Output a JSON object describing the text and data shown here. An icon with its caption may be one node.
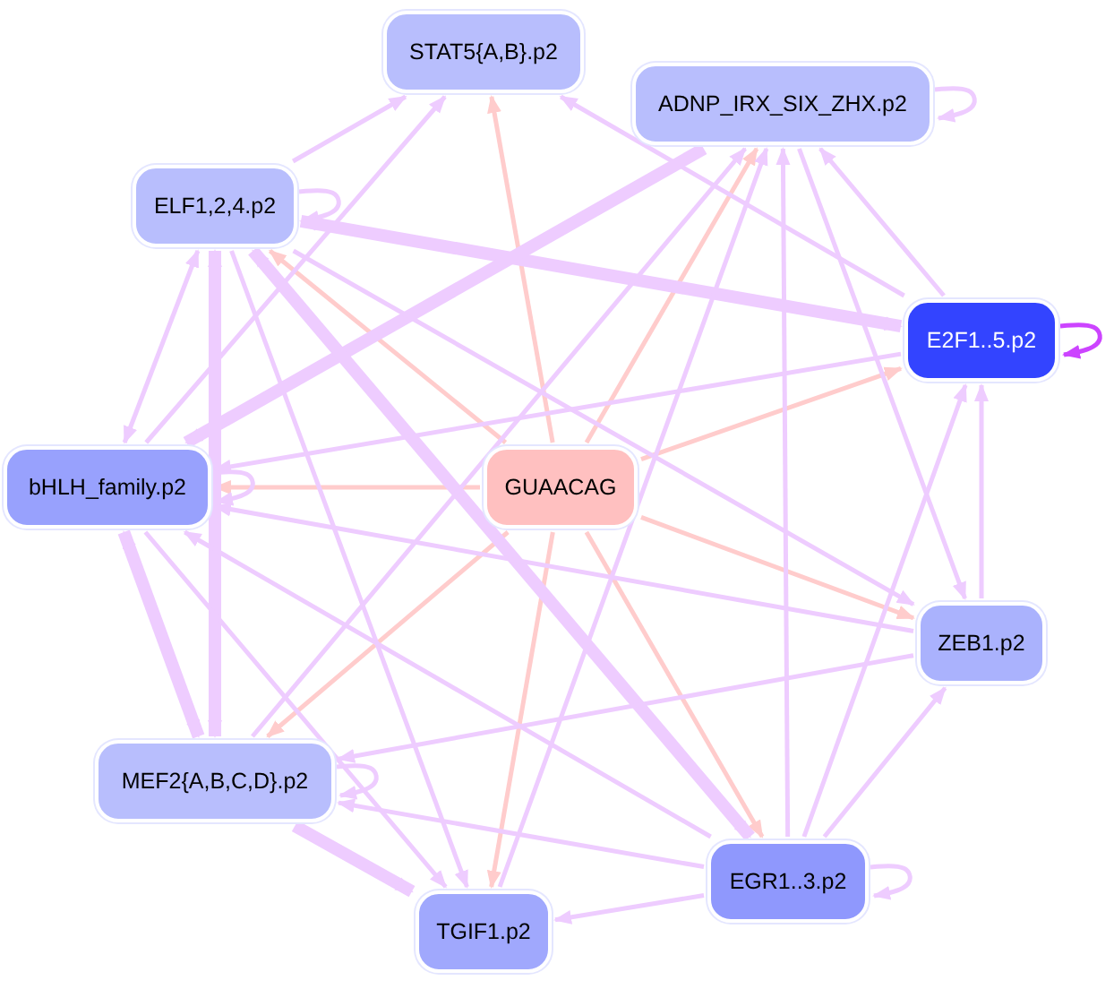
{
  "diagram": {
    "nodes": [
      {
        "text": [
          "STAT5{A,B}.p2"
        ]
      },
      {
        "text": [
          "ADNP_IRX_SIX_ZHX.p2"
        ]
      },
      {
        "text": [
          "ELF1,2,4.p2"
        ]
      },
      {
        "text": [
          "E2F1..5.p2"
        ]
      },
      {
        "text": [
          "bHLH_family.p2"
        ]
      },
      {
        "text": [
          "GUAACAG"
        ]
      },
      {
        "text": [
          "ZEB1.p2"
        ]
      },
      {
        "text": [
          "MEF2{A,B,C,D}.p2"
        ]
      },
      {
        "text": [
          "EGR1..3.p2"
        ]
      },
      {
        "text": [
          "TGIF1.p2"
        ]
      }
    ],
    "edges": [
      {
        "from": 5,
        "to": 0,
        "arrow": "to",
        "color": "#ffcccc"
      },
      {
        "from": 5,
        "to": 1,
        "arrow": "to",
        "color": "#ffcccc"
      },
      {
        "from": 5,
        "to": 2,
        "arrow": "to",
        "color": "#ffcccc"
      },
      {
        "from": 5,
        "to": 3,
        "arrow": "to",
        "color": "#ffcccc"
      },
      {
        "from": 5,
        "to": 4,
        "arrow": "to",
        "color": "#ffcccc"
      },
      {
        "from": 5,
        "to": 6,
        "arrow": "to",
        "color": "#ffcccc"
      },
      {
        "from": 5,
        "to": 7,
        "arrow": "to",
        "color": "#ffcccc"
      },
      {
        "from": 5,
        "to": 8,
        "arrow": "to",
        "color": "#ffcccc"
      },
      {
        "from": 5,
        "to": 9,
        "arrow": "to",
        "color": "#ffcccc"
      },
      {
        "from": 2,
        "to": 2,
        "arrow": "to"
      },
      {
        "from": 1,
        "to": 1,
        "arrow": "to"
      },
      {
        "from": 3,
        "to": 3,
        "arrow": "to",
        "color": "#cc44ff"
      },
      {
        "from": 4,
        "to": 4,
        "arrow": "to"
      },
      {
        "from": 7,
        "to": 7,
        "arrow": "to"
      },
      {
        "from": 8,
        "to": 8,
        "arrow": "to"
      },
      {
        "from": 2,
        "to": 0,
        "arrow": "to"
      },
      {
        "from": 4,
        "to": 0,
        "arrow": "to"
      },
      {
        "from": 3,
        "to": 0,
        "arrow": "to"
      },
      {
        "from": 3,
        "to": 2,
        "arrow": "both",
        "style": "thick"
      },
      {
        "from": 1,
        "to": 4,
        "arrow": "to",
        "style": "thick"
      },
      {
        "from": 2,
        "to": 4,
        "arrow": "both"
      },
      {
        "from": 2,
        "to": 7,
        "arrow": "both",
        "style": "thick"
      },
      {
        "from": 2,
        "to": 8,
        "arrow": "both",
        "style": "thick"
      },
      {
        "from": 2,
        "to": 9,
        "arrow": "to"
      },
      {
        "from": 2,
        "to": 6,
        "arrow": "to"
      },
      {
        "from": 3,
        "to": 4,
        "arrow": "to"
      },
      {
        "from": 6,
        "to": 4,
        "arrow": "to"
      },
      {
        "from": 6,
        "to": 7,
        "arrow": "to"
      },
      {
        "from": 6,
        "to": 3,
        "arrow": "to"
      },
      {
        "from": 8,
        "to": 7,
        "arrow": "to"
      },
      {
        "from": 8,
        "to": 4,
        "arrow": "to"
      },
      {
        "from": 8,
        "to": 9,
        "arrow": "to"
      },
      {
        "from": 8,
        "to": 6,
        "arrow": "to"
      },
      {
        "from": 8,
        "to": 3,
        "arrow": "to"
      },
      {
        "from": 8,
        "to": 1,
        "arrow": "to"
      },
      {
        "from": 9,
        "to": 1,
        "arrow": "to"
      },
      {
        "from": 7,
        "to": 1,
        "arrow": "to"
      },
      {
        "from": 7,
        "to": 9,
        "arrow": "to",
        "style": "thick"
      },
      {
        "from": 4,
        "to": 9,
        "arrow": "to"
      },
      {
        "from": 4,
        "to": 7,
        "arrow": "both",
        "style": "thick"
      },
      {
        "from": 3,
        "to": 1,
        "arrow": "to"
      },
      {
        "from": 1,
        "to": 6,
        "arrow": "to"
      }
    ]
  }
}
